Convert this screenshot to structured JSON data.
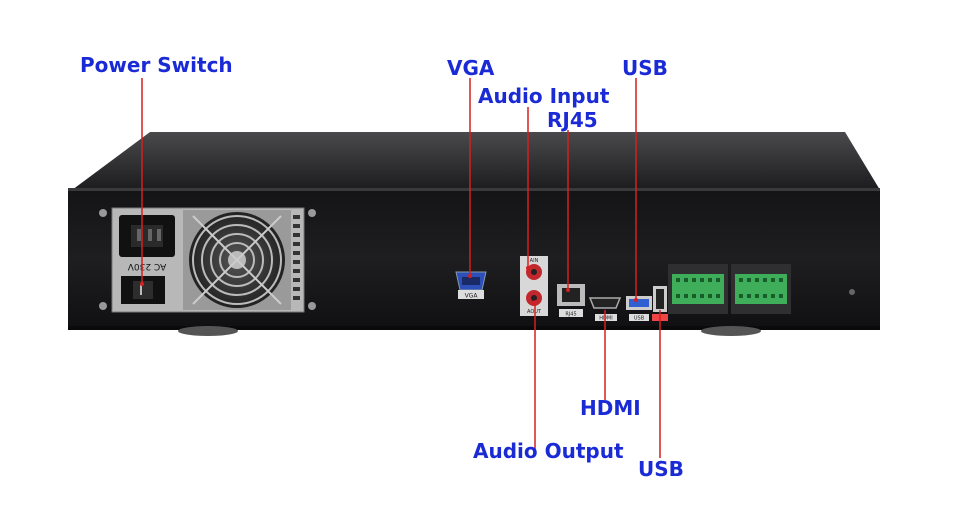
{
  "labels": {
    "power_switch": "Power Switch",
    "vga": "VGA",
    "audio_input": "Audio Input",
    "rj45": "RJ45",
    "usb_top": "USB",
    "hdmi": "HDMI",
    "audio_output": "Audio Output",
    "usb_bottom": "USB"
  },
  "port_markings": {
    "power": "AC 230V",
    "vga": "VGA",
    "audio_in": "AIN",
    "audio_out": "AOUT",
    "rj45": "RJ45",
    "hdmi": "HDMI",
    "usb": "USB"
  },
  "colors": {
    "label_text": "#1a2bd6",
    "leader_line": "#d42020",
    "chassis": "#2a2a2c",
    "terminal_green": "#3fae5a"
  }
}
